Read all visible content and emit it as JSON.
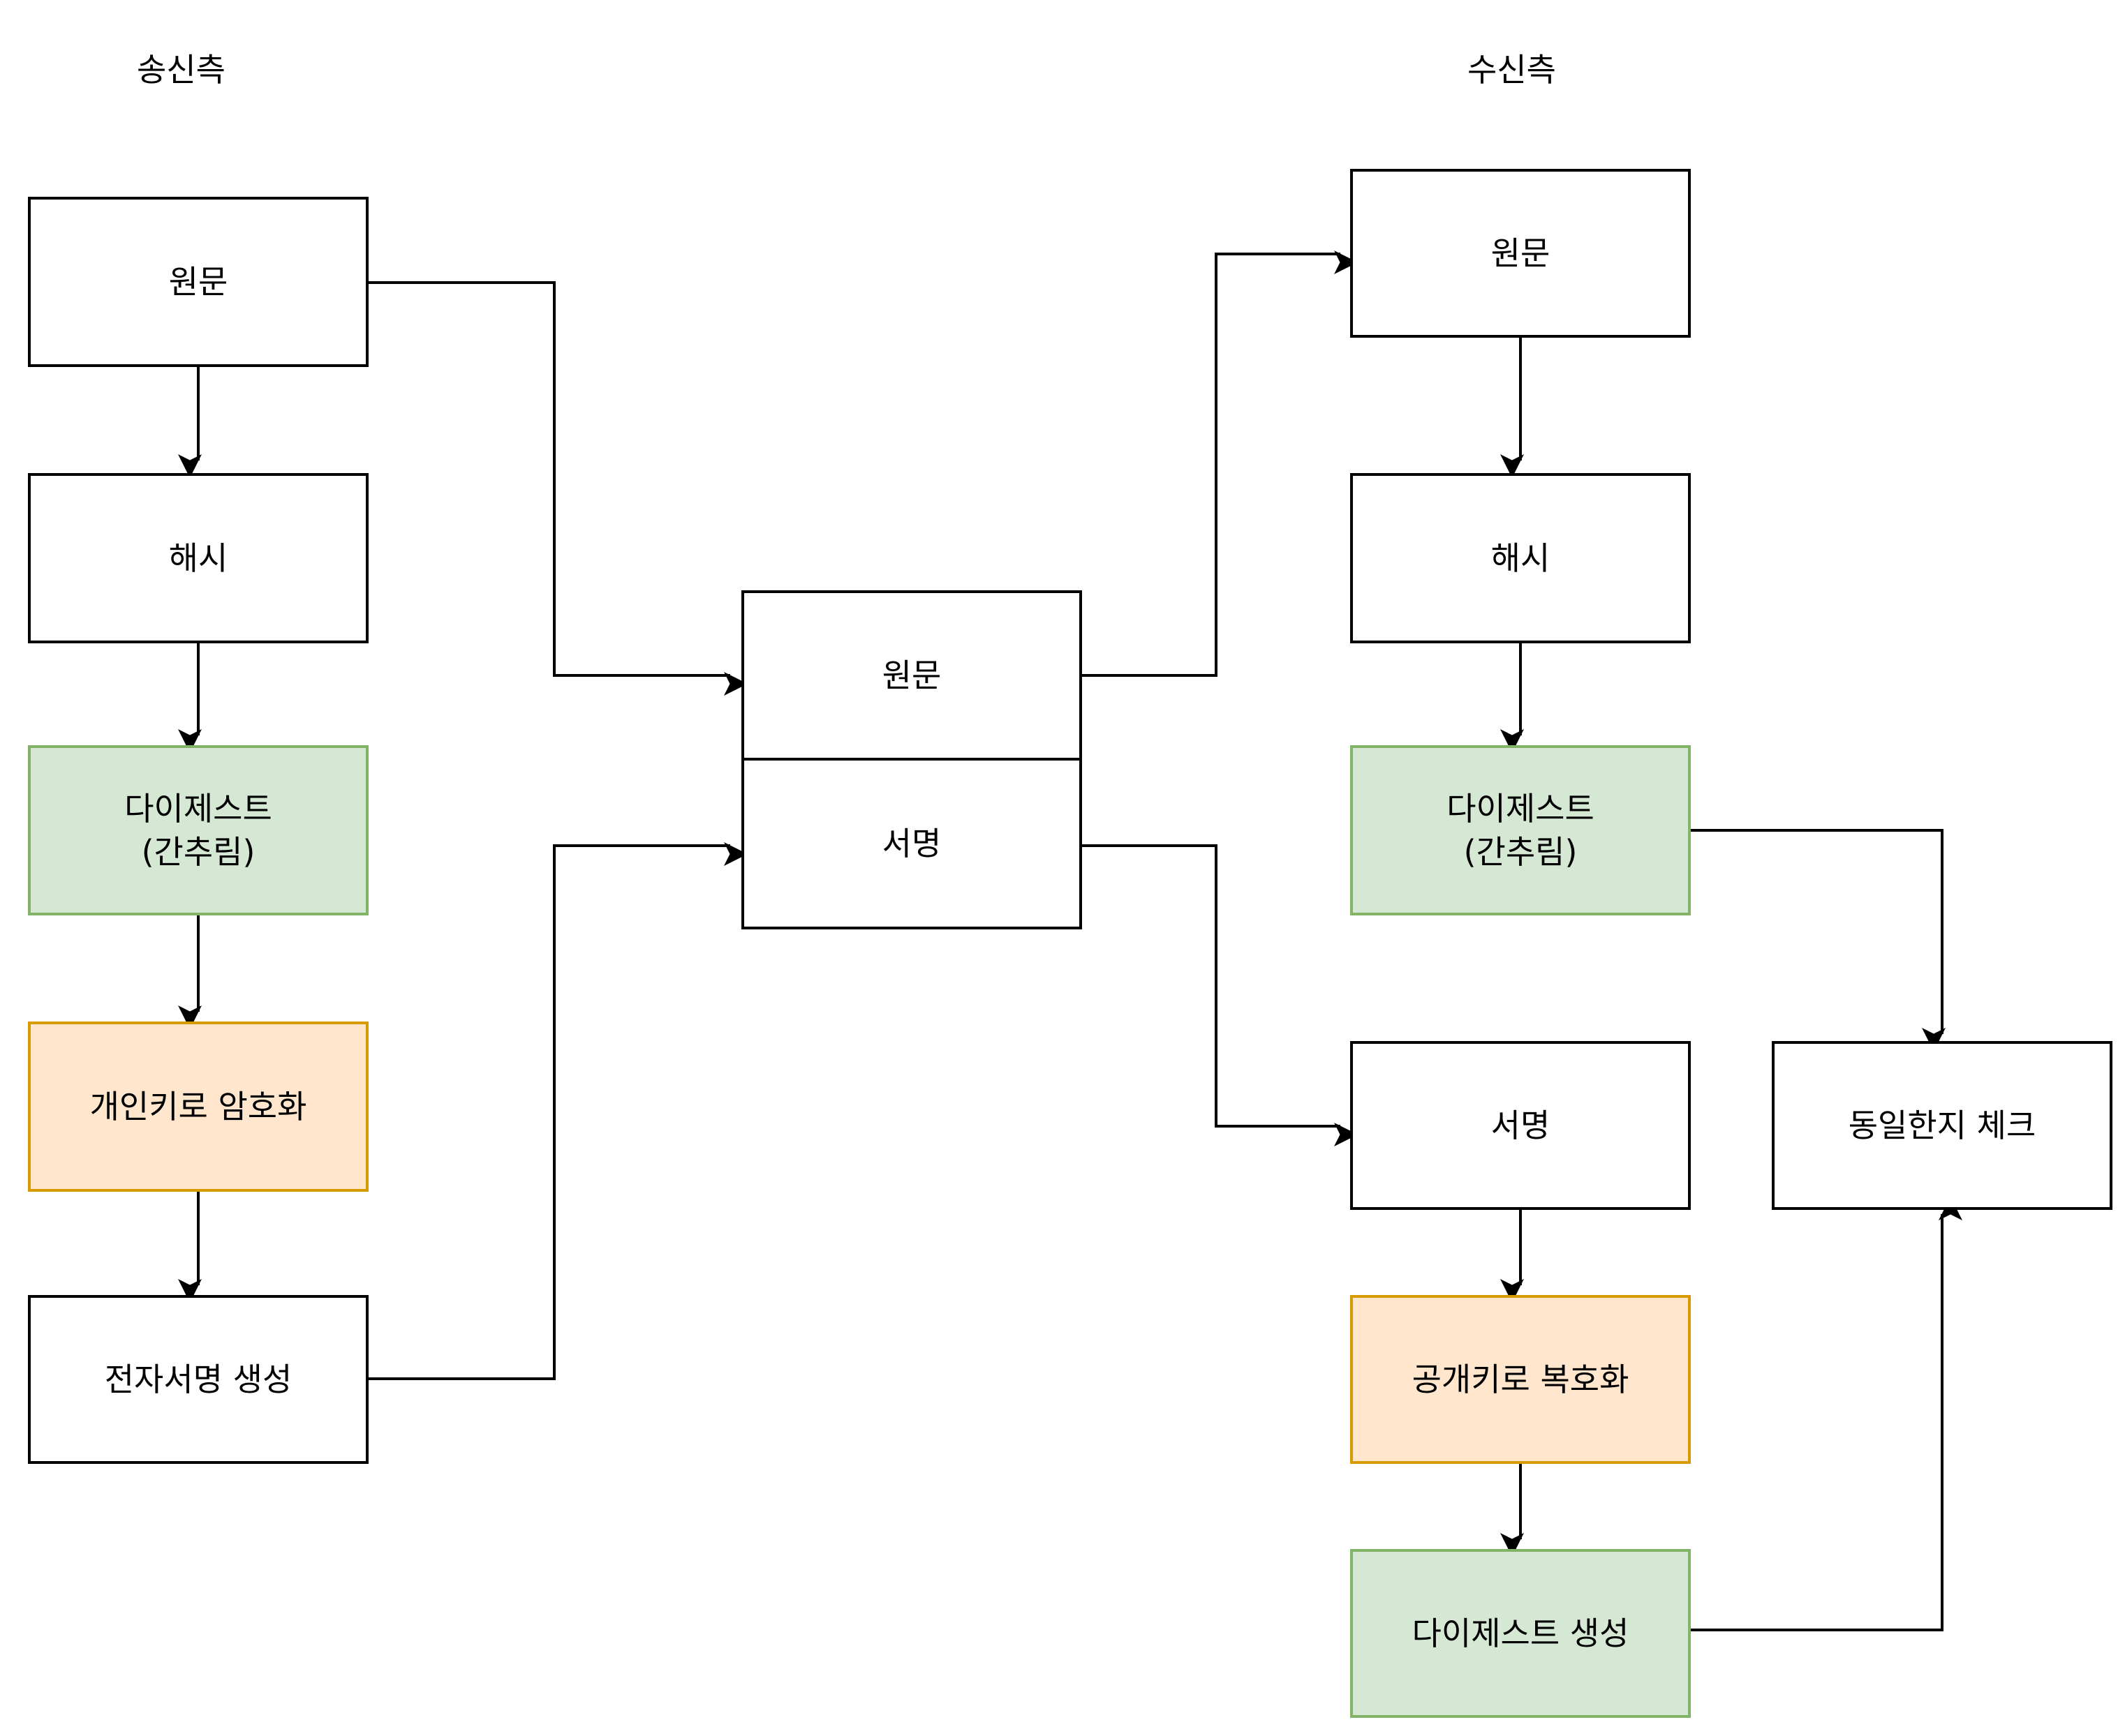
{
  "sender": {
    "heading": "송신측",
    "original": "원문",
    "hash": "해시",
    "digest": "다이제스트\n(간추림)",
    "encrypt": "개인키로 암호화",
    "signature_create": "전자서명 생성"
  },
  "message": {
    "original": "원문",
    "signature": "서명"
  },
  "receiver": {
    "heading": "수신측",
    "original": "원문",
    "hash": "해시",
    "digest": "다이제스트\n(간추림)",
    "signature": "서명",
    "decrypt": "공개키로 복호화",
    "digest_create": "다이제스트 생성",
    "compare": "동일한지 체크"
  },
  "colors": {
    "green_fill": "#d5e8d4",
    "green_stroke": "#82b366",
    "orange_fill": "#ffe6cc",
    "orange_stroke": "#d79b00"
  }
}
